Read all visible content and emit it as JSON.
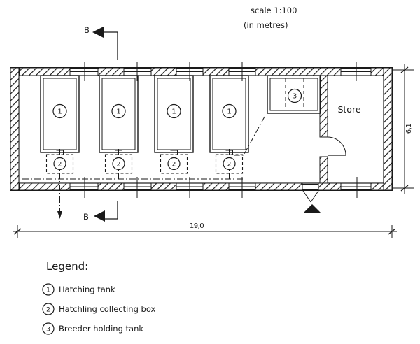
{
  "header": {
    "scale_label": "scale 1:100",
    "units_label": "(in metres)"
  },
  "section_markers": {
    "top_label": "B",
    "bottom_label": "B"
  },
  "plan": {
    "store_label": "Store",
    "hatching_tank_num": "1",
    "collecting_box_num": "2",
    "breeder_tank_num": "3"
  },
  "dimensions": {
    "overall_width": "19,0",
    "overall_depth": "6,1"
  },
  "legend": {
    "title": "Legend:",
    "items": [
      {
        "num": "1",
        "label": "Hatching tank"
      },
      {
        "num": "2",
        "label": "Hatchling collecting box"
      },
      {
        "num": "3",
        "label": "Breeder holding tank"
      }
    ]
  }
}
